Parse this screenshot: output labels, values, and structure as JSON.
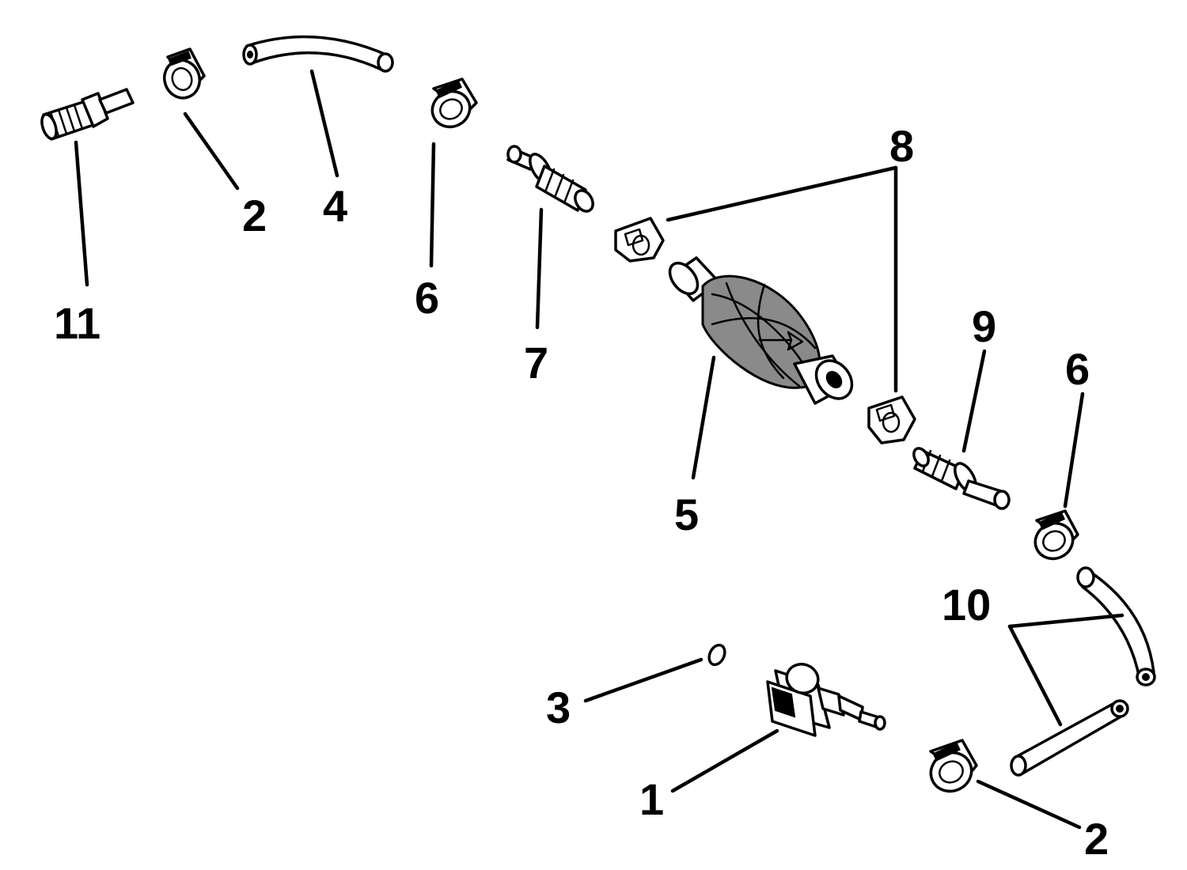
{
  "callouts": {
    "c1": "1",
    "c2a": "2",
    "c2b": "2",
    "c3": "3",
    "c4": "4",
    "c5": "5",
    "c6a": "6",
    "c6b": "6",
    "c7": "7",
    "c8": "8",
    "c9": "9",
    "c10": "10",
    "c11": "11"
  }
}
